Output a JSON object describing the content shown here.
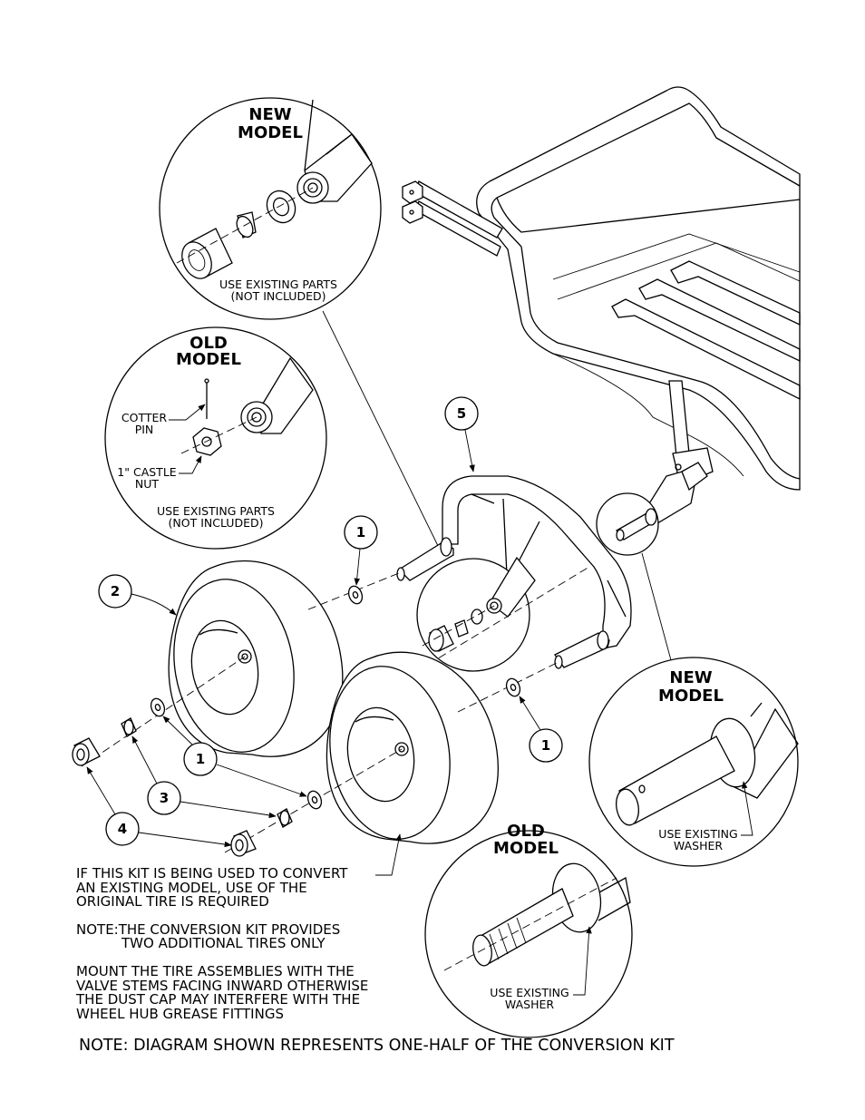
{
  "callouts": {
    "new_model_top": [
      "NEW",
      "MODEL"
    ],
    "old_model_top": [
      "OLD",
      "MODEL"
    ],
    "new_model_right": [
      "NEW",
      "MODEL"
    ],
    "old_model_bottom": [
      "OLD",
      "MODEL"
    ],
    "use_existing_parts": [
      "USE EXISTING PARTS",
      "(NOT INCLUDED)"
    ],
    "cotter_pin": [
      "COTTER",
      "PIN"
    ],
    "castle_nut": [
      "1\" CASTLE",
      "NUT"
    ],
    "use_existing_washer": [
      "USE EXISTING",
      "WASHER"
    ]
  },
  "part_numbers": {
    "p1": "1",
    "p2": "2",
    "p3": "3",
    "p4": "4",
    "p5": "5"
  },
  "notes": {
    "convert": [
      "IF THIS KIT IS BEING USED TO CONVERT",
      "AN EXISTING MODEL, USE OF THE",
      "ORIGINAL TIRE IS REQUIRED"
    ],
    "kit": [
      "NOTE:THE CONVERSION KIT PROVIDES",
      "TWO ADDITIONAL TIRES ONLY"
    ],
    "mount": [
      "MOUNT THE TIRE ASSEMBLIES WITH THE",
      "VALVE STEMS FACING INWARD OTHERWISE",
      "THE DUST CAP MAY INTERFERE WITH THE",
      "WHEEL HUB GREASE FITTINGS"
    ],
    "footer": "NOTE: DIAGRAM SHOWN REPRESENTS ONE-HALF OF THE CONVERSION KIT"
  }
}
